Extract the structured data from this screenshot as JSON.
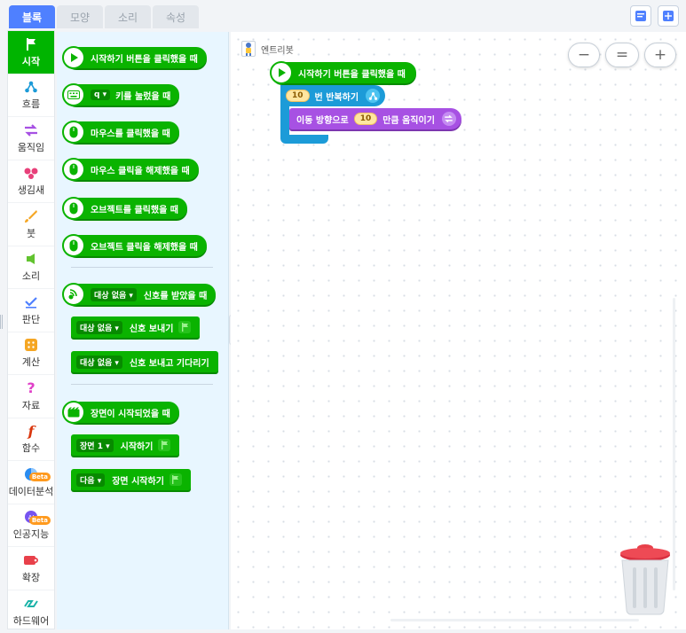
{
  "tabs": [
    {
      "label": "블록",
      "active": true
    },
    {
      "label": "모양",
      "active": false
    },
    {
      "label": "소리",
      "active": false
    },
    {
      "label": "속성",
      "active": false
    }
  ],
  "top_right_buttons": [
    {
      "icon": "comment-icon"
    },
    {
      "icon": "add-icon"
    }
  ],
  "categories": [
    {
      "label": "시작",
      "icon": "flag-icon",
      "color": "#00b400",
      "active": true
    },
    {
      "label": "흐름",
      "icon": "flow-icon",
      "color": "#1c9bd8"
    },
    {
      "label": "움직임",
      "icon": "move-arrows-icon",
      "color": "#a751e3"
    },
    {
      "label": "생김새",
      "icon": "looks-icon",
      "color": "#e8407a"
    },
    {
      "label": "붓",
      "icon": "brush-icon",
      "color": "#f5a623"
    },
    {
      "label": "소리",
      "icon": "speaker-icon",
      "color": "#62c32f"
    },
    {
      "label": "판단",
      "icon": "check-icon",
      "color": "#4f80ff"
    },
    {
      "label": "계산",
      "icon": "calculator-icon",
      "color": "#f5a623"
    },
    {
      "label": "자료",
      "icon": "question-icon",
      "color": "#e040c8"
    },
    {
      "label": "함수",
      "icon": "function-icon",
      "color": "#d9360d"
    },
    {
      "label": "데이터분석",
      "icon": "pie-chart-icon",
      "color": "#2a8cf0",
      "beta": "Beta"
    },
    {
      "label": "인공지능",
      "icon": "ai-icon",
      "color": "#7654f0",
      "beta": "Beta"
    },
    {
      "label": "확장",
      "icon": "extension-icon",
      "color": "#e8404a"
    },
    {
      "label": "하드웨어",
      "icon": "hardware-icon",
      "color": "#1bb3a8"
    }
  ],
  "palette": {
    "blocks": [
      {
        "text": "시작하기 버튼을 클릭했을 때",
        "icon": "play-icon"
      },
      {
        "dropdown": "q",
        "text": "키를 눌렀을 때",
        "icon": "keyboard-icon"
      },
      {
        "text": "마우스를 클릭했을 때",
        "icon": "mouse-icon"
      },
      {
        "text": "마우스 클릭을 해제했을 때",
        "icon": "mouse-icon"
      },
      {
        "text": "오브젝트를 클릭했을 때",
        "icon": "mouse-icon"
      },
      {
        "text": "오브젝트 클릭을 해제했을 때",
        "icon": "mouse-icon"
      },
      {
        "dropdown": "대상 없음",
        "text": "신호를 받았을 때",
        "icon": "signal-icon"
      },
      {
        "dropdown": "대상 없음",
        "text": "신호 보내기"
      },
      {
        "dropdown": "대상 없음",
        "text": "신호 보내고 기다리기"
      },
      {
        "text": "장면이 시작되었을 때",
        "icon": "scene-icon"
      },
      {
        "dropdown": "장면 1",
        "text": "시작하기"
      },
      {
        "dropdown": "다음",
        "text": "장면 시작하기"
      }
    ]
  },
  "workspace": {
    "object_name": "엔트리봇",
    "zoom_buttons": [
      "−",
      "=",
      "+"
    ],
    "script": {
      "hat": "시작하기 버튼을 클릭했을 때",
      "repeat_count": "10",
      "repeat_text": "번 반복하기",
      "move_text_before": "이동 방향으로",
      "move_value": "10",
      "move_text_after": "만큼 움직이기"
    }
  }
}
